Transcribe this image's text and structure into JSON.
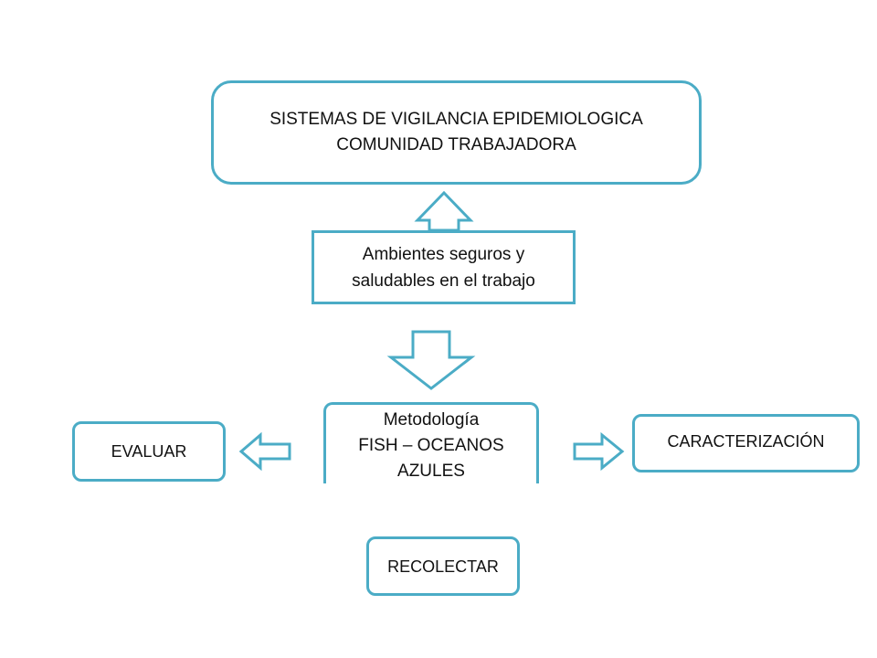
{
  "diagram": {
    "top_box": {
      "line1": "SISTEMAS DE VIGILANCIA EPIDEMIOLOGICA",
      "line2": "COMUNIDAD TRABAJADORA"
    },
    "middle_box": {
      "line1": "Ambientes seguros y",
      "line2": "saludables en el trabajo"
    },
    "method_box": {
      "line1": "Metodología",
      "line2": "FISH – OCEANOS",
      "line3": "AZULES"
    },
    "left_box": {
      "label": "EVALUAR"
    },
    "right_box": {
      "label": "CARACTERIZACIÓN"
    },
    "bottom_box": {
      "label": "RECOLECTAR"
    },
    "colors": {
      "accent": "#4bacc6",
      "text": "#111111",
      "background": "#ffffff"
    }
  }
}
